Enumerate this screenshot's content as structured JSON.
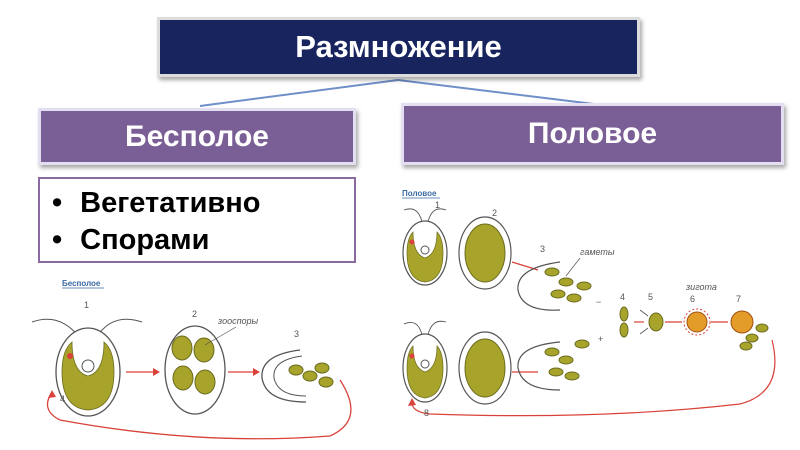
{
  "title": "Размножение",
  "asexual": {
    "heading": "Бесполое",
    "methods": [
      "Вегетативно",
      "Спорами"
    ],
    "diagram": {
      "header": "Бесполое",
      "zoospores_label": "зооспоры",
      "step_numbers": [
        "1",
        "2",
        "3",
        "4"
      ]
    }
  },
  "sexual": {
    "heading": "Половое",
    "diagram": {
      "header": "Половое",
      "gametes_label": "гаметы",
      "zygote_label": "зигота",
      "step_numbers": [
        "1",
        "2",
        "3",
        "4",
        "5",
        "6",
        "7",
        "8"
      ],
      "signs": [
        "−",
        "+"
      ]
    }
  },
  "colors": {
    "title_bg": "#17245e",
    "heading_bg": "#7a5e96",
    "cell_fill": "#a8a32a",
    "arrow": "#d9413a"
  }
}
